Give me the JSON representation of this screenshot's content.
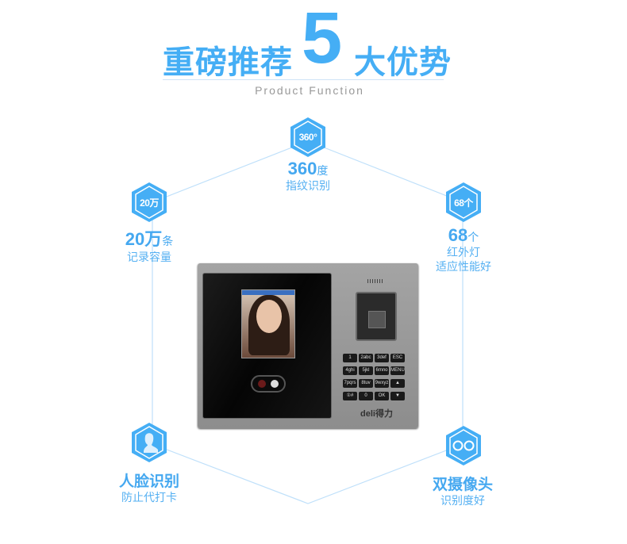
{
  "header": {
    "title_left": "重磅推荐",
    "title_number": "5",
    "title_right": "大优势",
    "subtitle": "Product Function"
  },
  "features": [
    {
      "badge": "360°",
      "value": "360",
      "unit": "度",
      "line1": "指纹识别"
    },
    {
      "badge": "20万",
      "value": "20万",
      "unit": "条",
      "line1": "记录容量"
    },
    {
      "badge": "68个",
      "value": "68",
      "unit": "个",
      "line1": "红外灯",
      "line2": "适应性能好"
    },
    {
      "badge_icon": "person-silhouette-icon",
      "title": "人脸识别",
      "line1": "防止代打卡"
    },
    {
      "badge_icon": "dual-camera-icon",
      "title": "双摄像头",
      "line1": "识别度好"
    }
  ],
  "device": {
    "brand": "deli得力",
    "keys": [
      "1",
      "2abc",
      "3def",
      "ESC",
      "4ghi",
      "5jkl",
      "6mno",
      "MENU",
      "7pqrs",
      "8tuv",
      "9wxyz",
      "▲",
      "①#",
      "0",
      "OK",
      "▼"
    ]
  },
  "colors": {
    "accent": "#45aef5",
    "line": "#bfe0fa"
  }
}
